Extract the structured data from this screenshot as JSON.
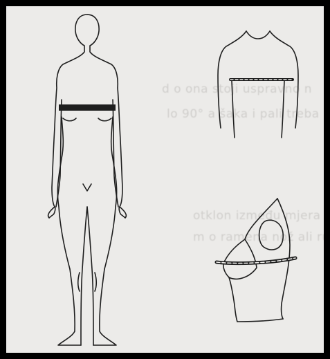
{
  "bleed_through_text": [
    "d o   ona   stoji   uspravno  n",
    "lo  90°  a  šaka   i  pali   treba",
    "otklon   između   mjera   se  uvo",
    "m  o   ramena   nož  ali   ruka  pr"
  ],
  "colors": {
    "frame": "#000000",
    "paper": "#ecebe9",
    "ink": "#1e1e1e",
    "ghost_text": "#b9b7b4"
  }
}
